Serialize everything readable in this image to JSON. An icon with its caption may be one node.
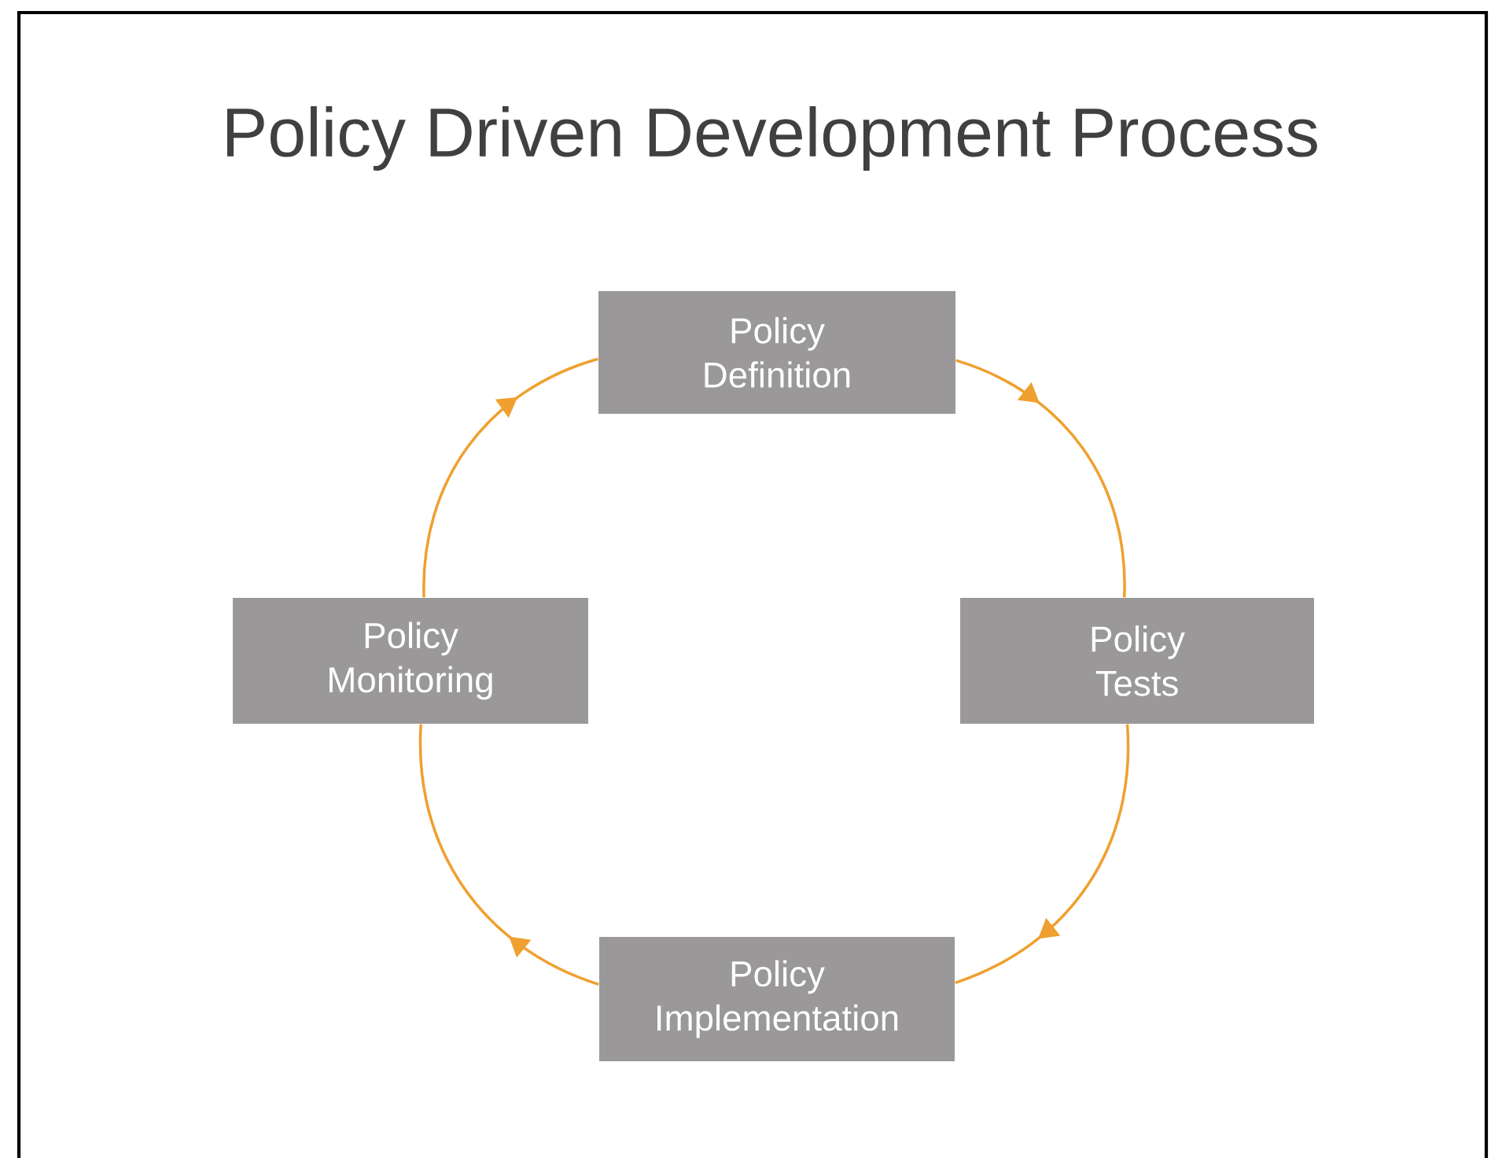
{
  "diagram": {
    "title": "Policy Driven Development Process",
    "nodes": [
      {
        "text": [
          "Policy Definition"
        ]
      },
      {
        "text": [
          "Policy Tests"
        ]
      },
      {
        "text": [
          "Policy Implementation"
        ]
      },
      {
        "text": [
          "Policy Monitoring"
        ]
      }
    ],
    "edges": [
      {
        "from": 0,
        "to": 1,
        "arrow": "to"
      },
      {
        "from": 1,
        "to": 2,
        "arrow": "to"
      },
      {
        "from": 2,
        "to": 3,
        "arrow": "to"
      },
      {
        "from": 3,
        "to": 0,
        "arrow": "to"
      }
    ]
  }
}
